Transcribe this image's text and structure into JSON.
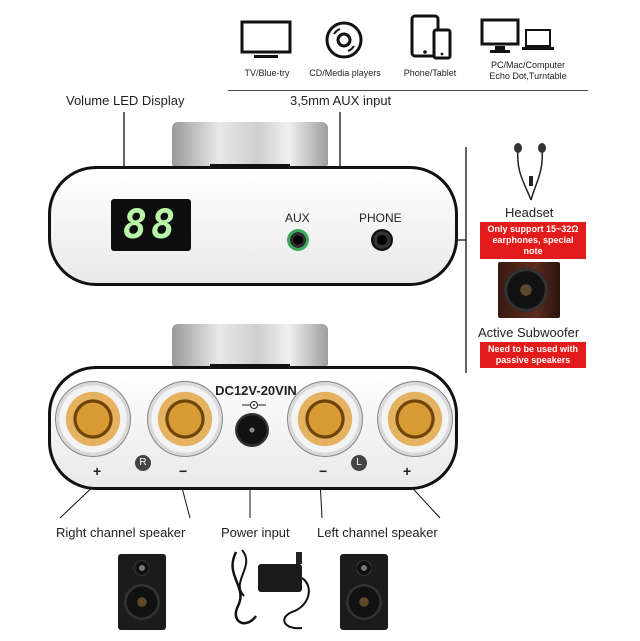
{
  "devices": [
    {
      "label": "TV/Blue-try",
      "icon": "tv-icon"
    },
    {
      "label": "CD/Media players",
      "icon": "cd-icon"
    },
    {
      "label": "Phone/Tablet",
      "icon": "phone-tablet-icon"
    },
    {
      "label_lines": [
        "PC/Mac/Computer",
        "Echo Dot,Turntable"
      ],
      "icon": "computer-laptop-icon"
    }
  ],
  "callouts": {
    "volume_led": "Volume LED Display",
    "aux_input": "3,5mm AUX input",
    "headset": "Headset",
    "headset_note_lines": [
      "Only support 15~32Ω",
      "earphones, special note"
    ],
    "subwoofer": "Active Subwoofer",
    "subwoofer_note_lines": [
      "Need to be used with",
      "passive speakers"
    ],
    "right_speaker": "Right channel speaker",
    "power_input": "Power input",
    "left_speaker": "Left channel speaker"
  },
  "front_panel": {
    "led_value": "88",
    "aux_label": "AUX",
    "phone_label": "PHONE"
  },
  "rear_panel": {
    "dc_label": "DC12V-20VIN",
    "right_marker": "R",
    "left_marker": "L",
    "plus": "+",
    "minus": "−"
  },
  "colors": {
    "note_red": "#e31b1b",
    "led_green": "#b9f5a8",
    "aux_ring": "#3ca85a"
  }
}
